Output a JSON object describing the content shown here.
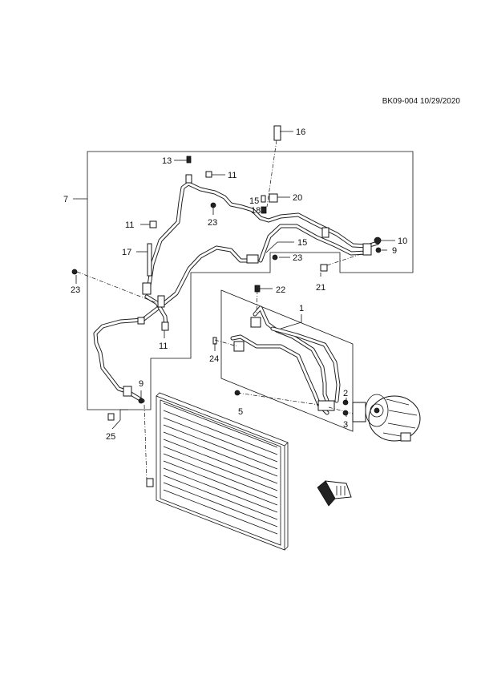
{
  "document": {
    "reference": "BK09-004 10/29/2020"
  },
  "callouts": {
    "c1": "1",
    "c2": "2",
    "c3": "3",
    "c5": "5",
    "c7": "7",
    "c9a": "9",
    "c9b": "9",
    "c10": "10",
    "c11a": "11",
    "c11b": "11",
    "c11c": "11",
    "c13": "13",
    "c15a": "15",
    "c15b": "15",
    "c16": "16",
    "c17": "17",
    "c18": "18",
    "c20": "20",
    "c21": "21",
    "c22": "22",
    "c23a": "23",
    "c23b": "23",
    "c23c": "23",
    "c24": "24",
    "c25": "25"
  },
  "icons": {
    "front_indicator": "front-arrow-icon",
    "compressor": "compressor-icon",
    "condenser": "condenser-icon"
  },
  "colors": {
    "line": "#111111",
    "background": "#ffffff"
  }
}
